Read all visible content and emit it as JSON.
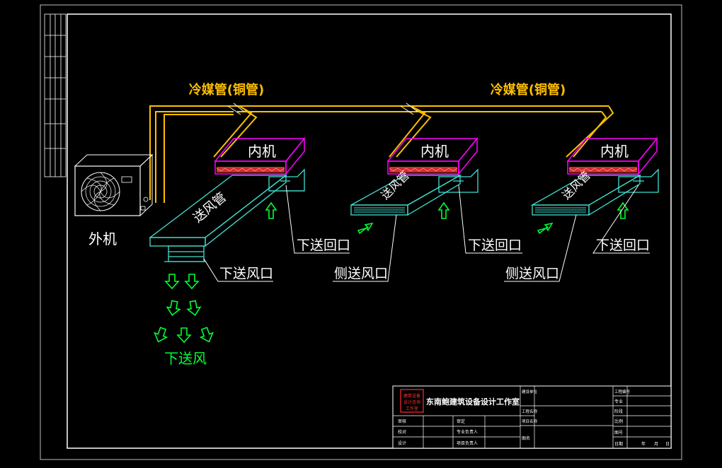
{
  "refrigerant_pipe_labels": [
    "冷媒管(铜管)",
    "冷媒管(铜管)"
  ],
  "outdoor_unit_label": "外机",
  "indoor_unit_labels": [
    "内机",
    "内机",
    "内机"
  ],
  "supply_duct_labels": [
    "送风管",
    "送风管",
    "送风管"
  ],
  "return_outlet_labels": [
    "下送回口",
    "下送回口",
    "下送回口"
  ],
  "bottom_supply_outlet_label": "下送风口",
  "side_supply_outlet_labels": [
    "侧送风口",
    "侧送风口"
  ],
  "downdraft_label": "下送风",
  "title_block": {
    "company": "东南鲍建筑设备设计工作室",
    "stamp_lines": [
      "建筑设备",
      "设计咨询",
      "工作室"
    ],
    "row_labels": [
      "审核",
      "校对",
      "设计"
    ],
    "approve_label": "审定",
    "responsible_labels": [
      "专业负责人",
      "项目负责人"
    ],
    "project_labels": [
      "建设单位",
      "工程名称",
      "项目名称",
      "图名"
    ],
    "right_labels": [
      "工程编号",
      "专业",
      "阶段",
      "比例",
      "图号",
      "日期"
    ],
    "date_parts": [
      "年",
      "月",
      "日"
    ]
  },
  "colors": {
    "background": "#000000",
    "border": "#ffffff",
    "pipe": "#ffc000",
    "duct": "#40e0d0",
    "indoor_unit": "#ff00ff",
    "heat_coil": "#ff3030",
    "airflow_arrow": "#00ff33",
    "pipe_label": "#ffc000",
    "downdraft_label": "#00ff33"
  }
}
